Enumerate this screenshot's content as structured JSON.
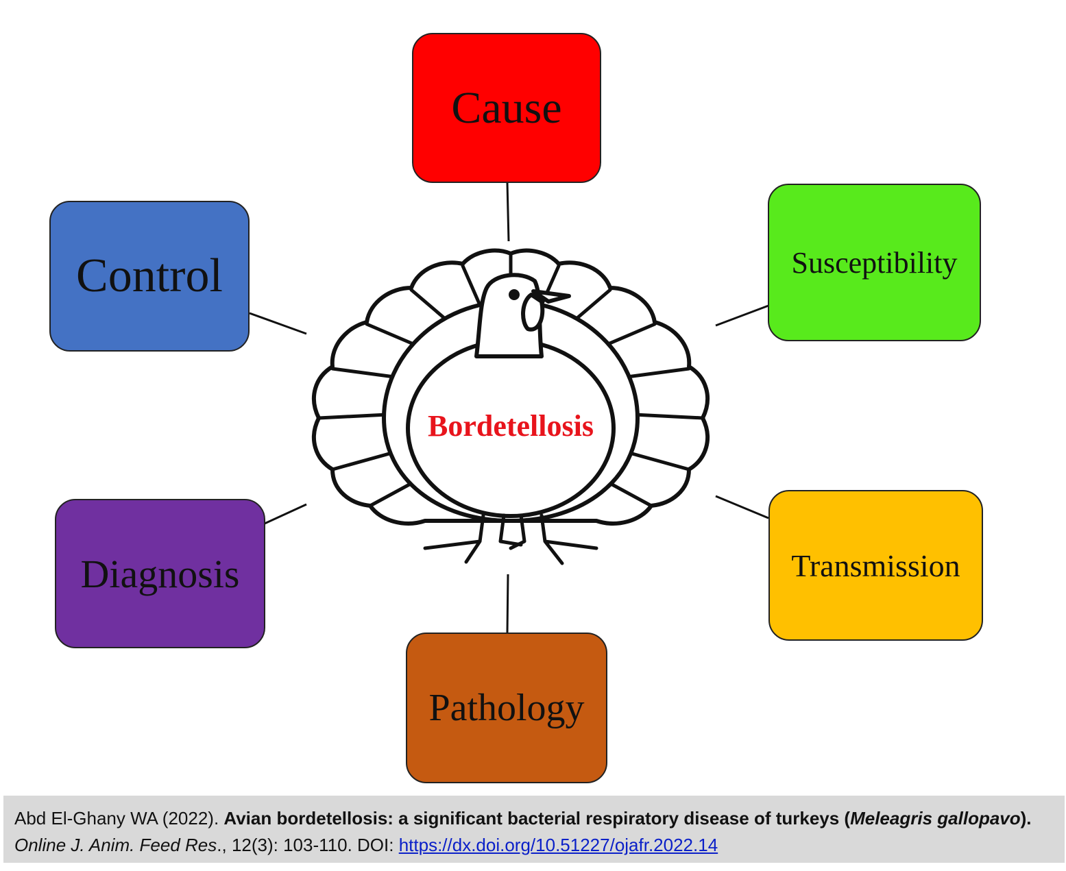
{
  "center": {
    "label": "Bordetellosis"
  },
  "nodes": {
    "cause": {
      "label": "Cause",
      "color": "#ff0000"
    },
    "susceptibility": {
      "label": "Susceptibility",
      "color": "#58ea1c"
    },
    "transmission": {
      "label": "Transmission",
      "color": "#ffc000"
    },
    "pathology": {
      "label": "Pathology",
      "color": "#c55a11"
    },
    "diagnosis": {
      "label": "Diagnosis",
      "color": "#7030a0"
    },
    "control": {
      "label": "Control",
      "color": "#4472c4"
    }
  },
  "citation": {
    "authors": "Abd El-Ghany WA (2022). ",
    "title_part1": "Avian bordetellosis: a significant bacterial respiratory disease of turkeys (",
    "species_part1": "Meleagris",
    "species_part2": "gallopavo",
    "title_close": ").",
    "journal": "Online J. Anim. Feed Res",
    "volume": "., 12(3): 103-110. DOI: ",
    "doi_link": "https://dx.doi.org/10.51227/ojafr.2022.14"
  }
}
